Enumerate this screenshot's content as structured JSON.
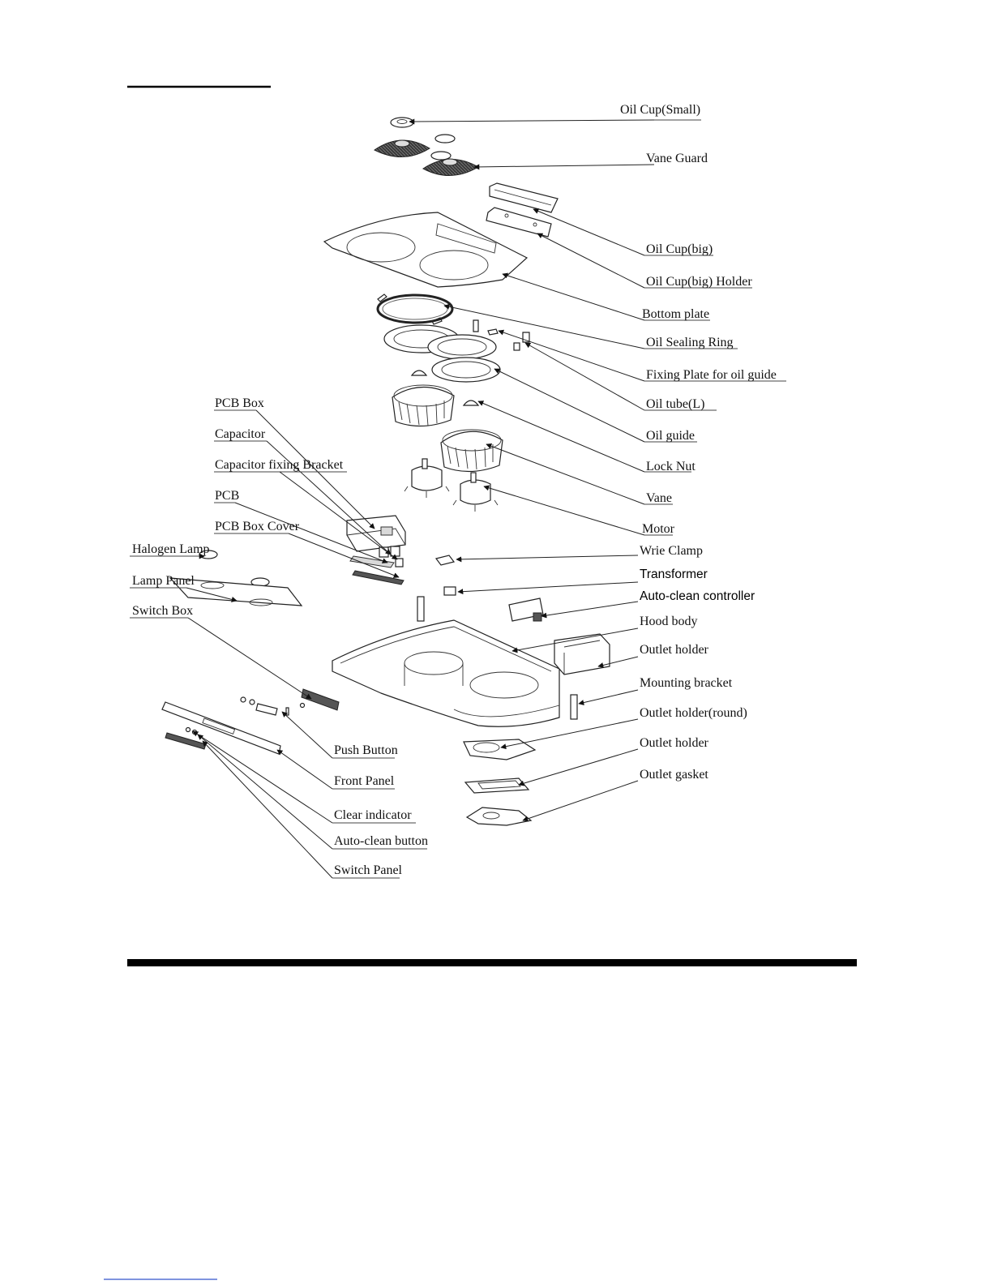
{
  "labels": {
    "oil_cup_small": "Oil Cup(Small)",
    "vane_guard": "Vane Guard",
    "oil_cup_big": "Oil Cup(big)",
    "oil_cup_big_holder": "Oil Cup(big) Holder",
    "bottom_plate": "Bottom plate",
    "oil_sealing_ring": "Oil Sealing Ring",
    "fixing_plate": "Fixing Plate for oil guide",
    "oil_tube": "Oil tube(L)",
    "oil_guide": "Oil guide",
    "lock_nut": "Lock Nut",
    "vane": "Vane",
    "motor": "Motor",
    "wire_clamp": "Wrie Clamp",
    "transformer": "Transformer",
    "auto_clean_controller": "Auto-clean controller",
    "hood_body": "Hood body",
    "outlet_holder_1": "Outlet holder",
    "mounting_bracket": "Mounting bracket",
    "outlet_holder_round": "Outlet holder(round)",
    "outlet_holder_2": "Outlet holder",
    "outlet_gasket": "Outlet gasket",
    "pcb_box": "PCB Box",
    "capacitor": "Capacitor",
    "capacitor_bracket": "Capacitor fixing Bracket",
    "pcb": "PCB",
    "pcb_box_cover": "PCB Box Cover",
    "halogen_lamp": "Halogen Lamp",
    "lamp_panel": "Lamp Panel",
    "switch_box": "Switch Box",
    "push_button": "Push Button",
    "front_panel": "Front Panel",
    "clear_indicator": "Clear indicator",
    "auto_clean_button": "Auto-clean button",
    "switch_panel": "Switch Panel"
  }
}
